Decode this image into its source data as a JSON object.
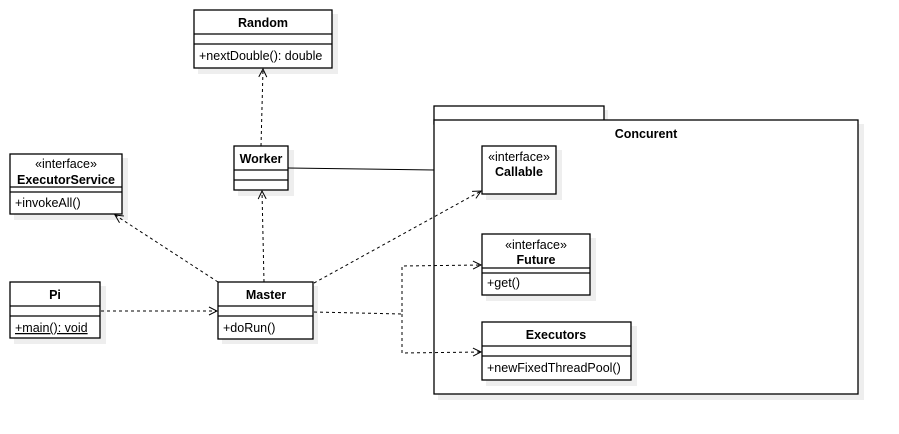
{
  "classes": {
    "random": {
      "name": "Random",
      "methods": [
        "+nextDouble(): double"
      ]
    },
    "worker": {
      "name": "Worker"
    },
    "executor_service": {
      "stereotype": "«interface»",
      "name": "ExecutorService",
      "methods": [
        "+invokeAll()"
      ]
    },
    "pi": {
      "name": "Pi",
      "methods": [
        "+main(): void"
      ]
    },
    "master": {
      "name": "Master",
      "methods": [
        "+doRun()"
      ]
    },
    "callable": {
      "stereotype": "«interface»",
      "name": "Callable"
    },
    "future": {
      "stereotype": "«interface»",
      "name": "Future",
      "methods": [
        "+get()"
      ]
    },
    "executors": {
      "name": "Executors",
      "methods": [
        "+newFixedThreadPool()"
      ]
    }
  },
  "package": {
    "name": "Concurent"
  }
}
